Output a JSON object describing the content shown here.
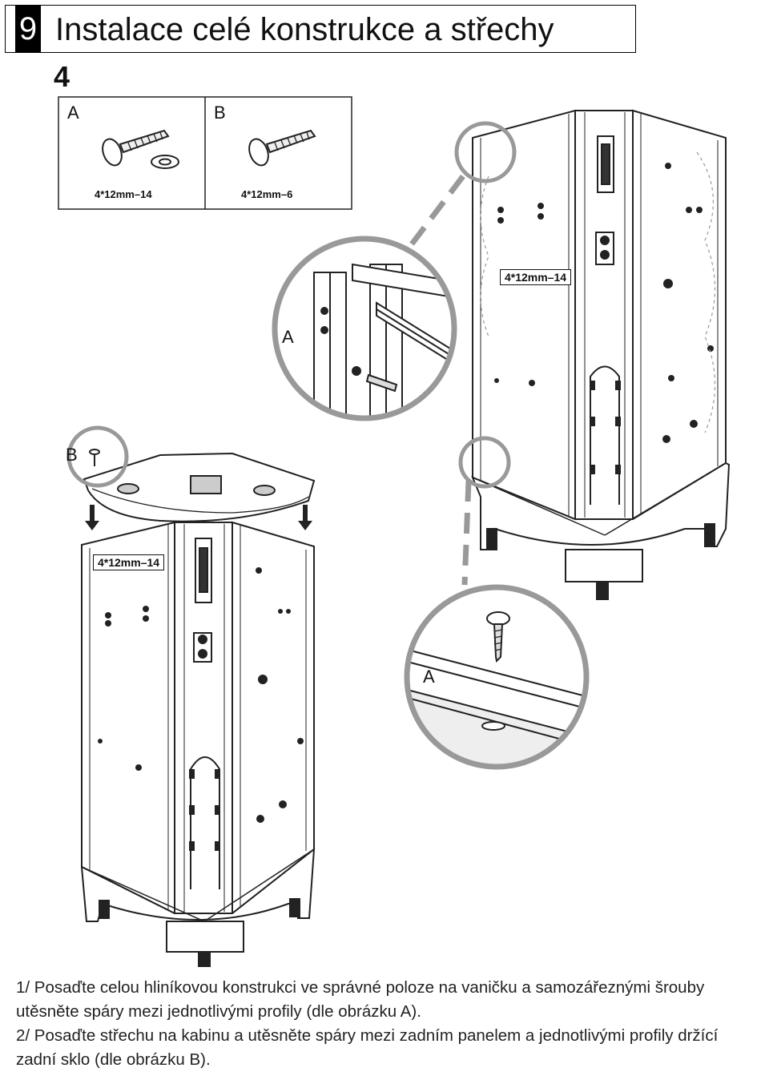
{
  "header": {
    "step_number": "9",
    "title": "Instalace celé konstrukce a střechy",
    "substep": "4"
  },
  "parts": [
    {
      "letter": "A",
      "spec": "4*12mm–14"
    },
    {
      "letter": "B",
      "spec": "4*12mm–6"
    }
  ],
  "callouts": {
    "detail_a_top": "A",
    "detail_a_bottom": "A",
    "detail_b": "B",
    "tag_right": "4*12mm–14",
    "tag_left": "4*12mm–14"
  },
  "instructions": [
    "1/ Posaďte celou hliníkovou konstrukci ve správné poloze na vaničku a samozářeznými šrouby utěsněte spáry mezi jednotlivými profily (dle obrázku A).",
    "2/ Posaďte střechu na kabinu a utěsněte spáry mezi zadním panelem a jednotlivými profily držící zadní sklo (dle obrázku B)."
  ]
}
